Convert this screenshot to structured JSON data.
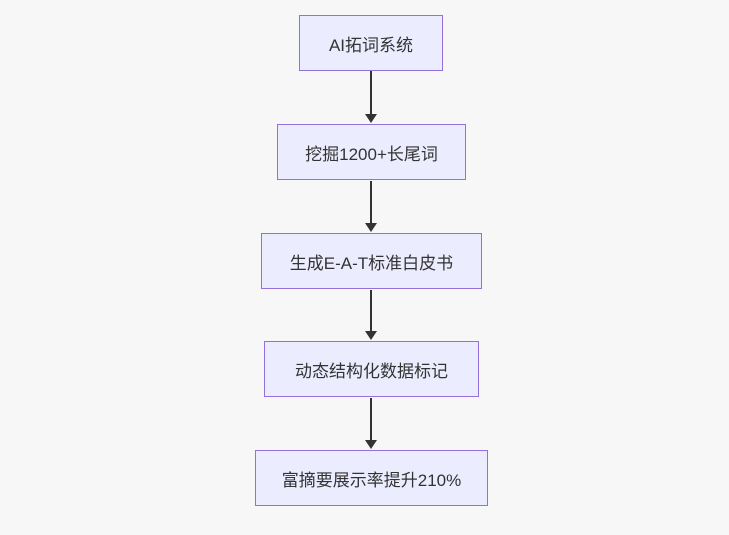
{
  "diagram": {
    "type": "flowchart",
    "direction": "top-down",
    "nodes": [
      {
        "id": "node-1",
        "label": "AI拓词系统"
      },
      {
        "id": "node-2",
        "label": "挖掘1200+长尾词"
      },
      {
        "id": "node-3",
        "label": "生成E-A-T标准白皮书"
      },
      {
        "id": "node-4",
        "label": "动态结构化数据标记"
      },
      {
        "id": "node-5",
        "label": "富摘要展示率提升210%"
      }
    ],
    "edges": [
      {
        "from": "node-1",
        "to": "node-2",
        "style": "arrow-down"
      },
      {
        "from": "node-2",
        "to": "node-3",
        "style": "arrow-down"
      },
      {
        "from": "node-3",
        "to": "node-4",
        "style": "arrow-down"
      },
      {
        "from": "node-4",
        "to": "node-5",
        "style": "arrow-down"
      }
    ]
  },
  "colors": {
    "background": "#f7f7f7",
    "node_fill": "#ECECFF",
    "node_border": "#9370DB",
    "arrow": "#333333",
    "text": "#333333"
  }
}
